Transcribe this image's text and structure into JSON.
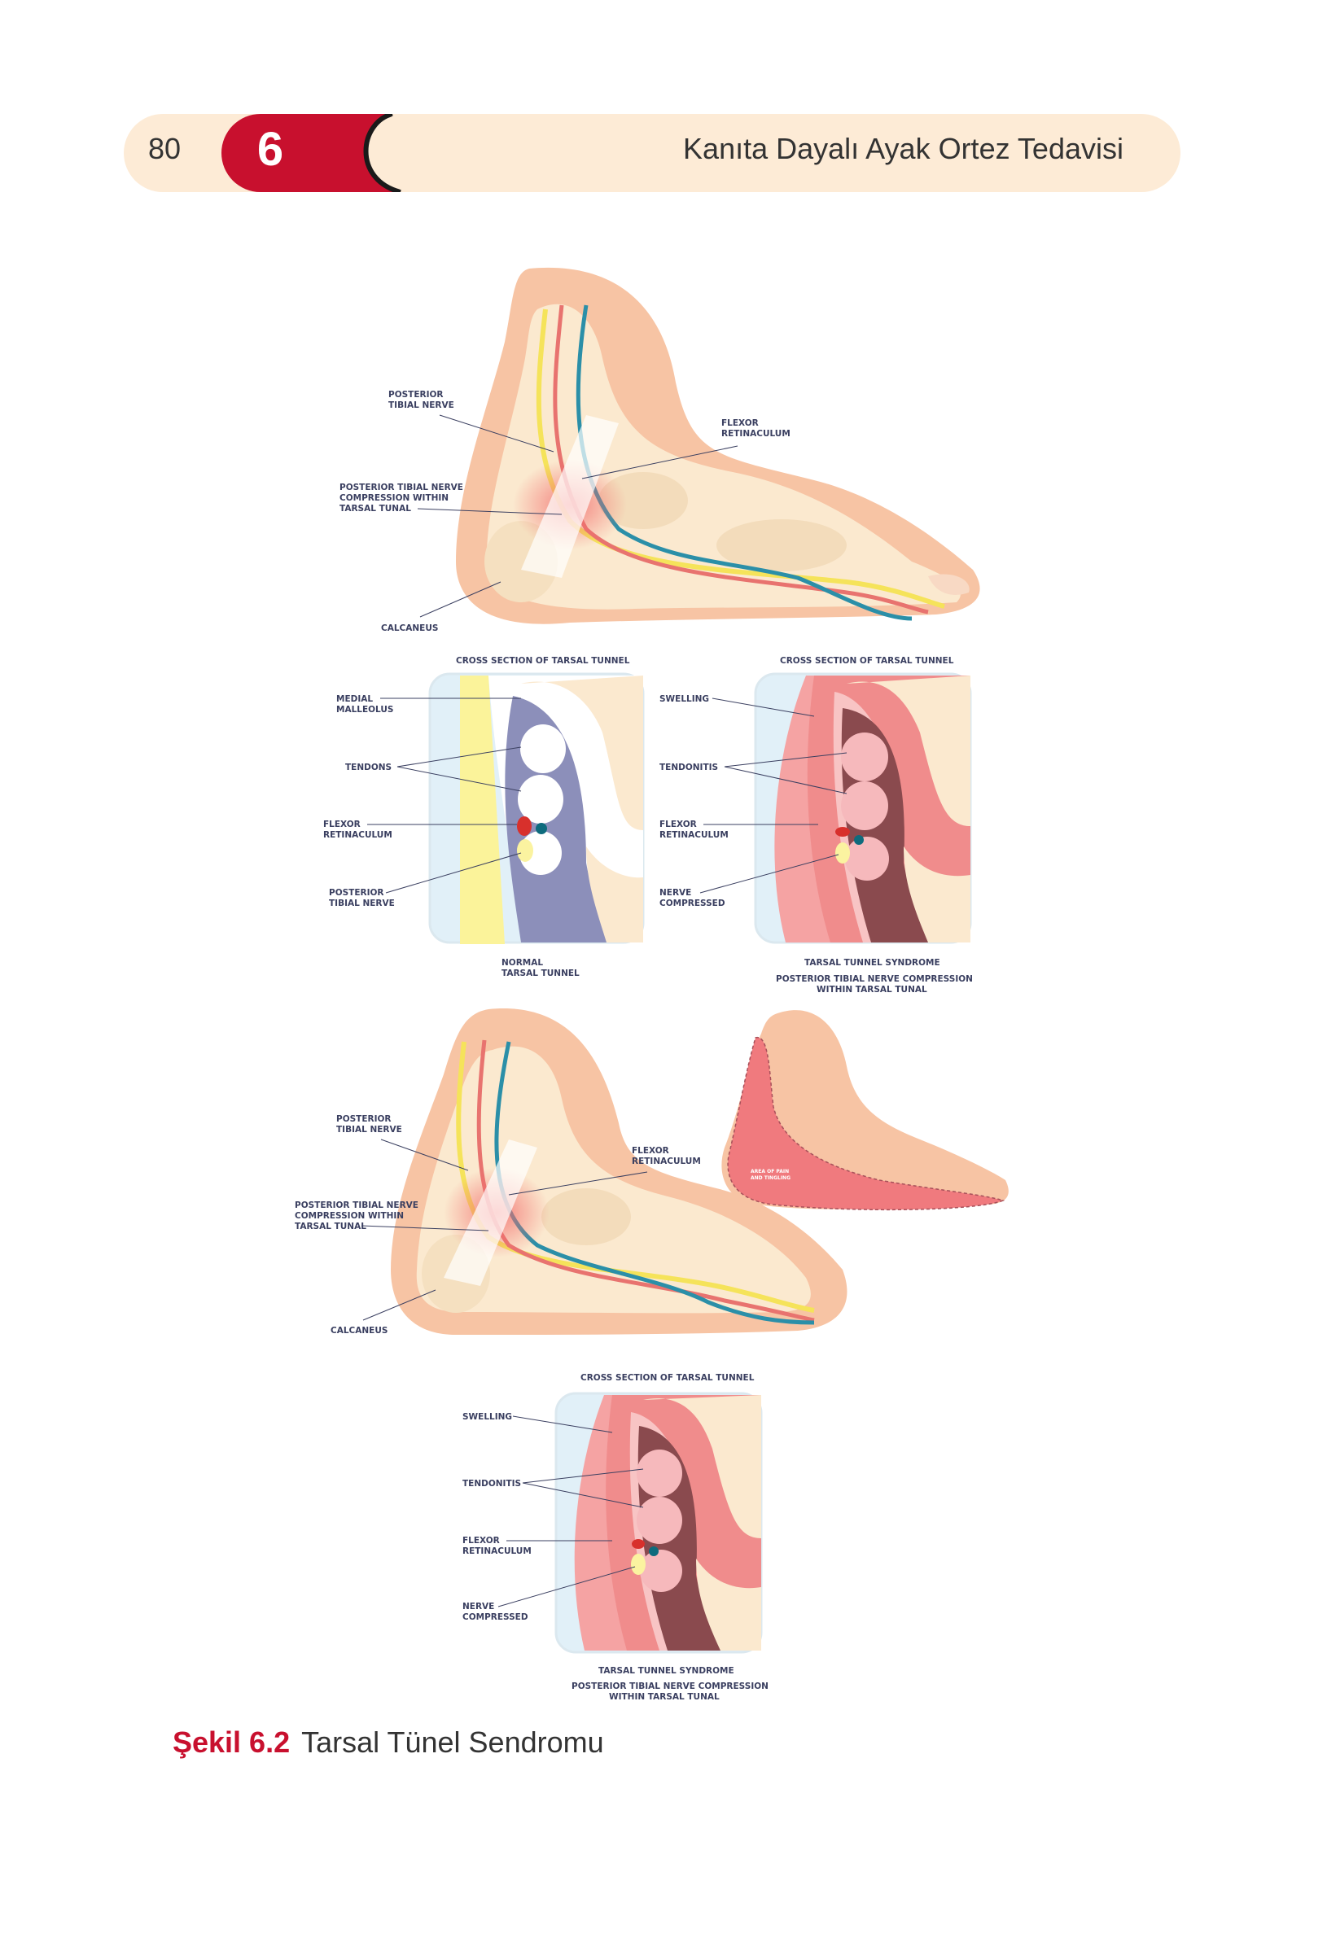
{
  "header": {
    "page_number": "80",
    "chapter_number": "6",
    "running_title": "Kanıta Dayalı Ayak Ortez Tedavisi"
  },
  "figure": {
    "foot1": {
      "posterior_tibial_nerve": [
        "POSTERIOR",
        "TIBIAL NERVE"
      ],
      "flexor_retinaculum": [
        "FLEXOR",
        "RETINACULUM"
      ],
      "compression": [
        "POSTERIOR TIBIAL NERVE",
        "COMPRESSION WITHIN",
        "TARSAL TUNAL"
      ],
      "calcaneus": "CALCANEUS"
    },
    "section_normal": {
      "heading": "CROSS SECTION OF TARSAL TUNNEL",
      "medial_malleolus": [
        "MEDIAL",
        "MALLEOLUS"
      ],
      "tendons": "TENDONS",
      "flexor_retinaculum": [
        "FLEXOR",
        "RETINACULUM"
      ],
      "posterior_tibial_nerve": [
        "POSTERIOR",
        "TIBIAL NERVE"
      ],
      "caption": [
        "NORMAL",
        "TARSAL TUNNEL"
      ]
    },
    "section_syndrome": {
      "heading": "CROSS SECTION OF TARSAL TUNNEL",
      "swelling": "SWELLING",
      "tendonitis": "TENDONITIS",
      "flexor_retinaculum": [
        "FLEXOR",
        "RETINACULUM"
      ],
      "nerve_compressed": [
        "NERVE",
        "COMPRESSED"
      ],
      "caption": [
        "TARSAL TUNNEL SYNDROME",
        "POSTERIOR TIBIAL NERVE COMPRESSION",
        "WITHIN TARSAL TUNAL"
      ]
    },
    "foot2": {
      "posterior_tibial_nerve": [
        "POSTERIOR",
        "TIBIAL NERVE"
      ],
      "flexor_retinaculum": [
        "FLEXOR",
        "RETINACULUM"
      ],
      "compression": [
        "POSTERIOR TIBIAL NERVE",
        "COMPRESSION WITHIN",
        "TARSAL TUNAL"
      ],
      "calcaneus": "CALCANEUS"
    },
    "pain_area": [
      "AREA OF PAIN",
      "AND TINGLING"
    ],
    "section_syndrome2": {
      "heading": "CROSS SECTION OF TARSAL TUNNEL",
      "swelling": "SWELLING",
      "tendonitis": "TENDONITIS",
      "flexor_retinaculum": [
        "FLEXOR",
        "RETINACULUM"
      ],
      "nerve_compressed": [
        "NERVE",
        "COMPRESSED"
      ],
      "caption": [
        "TARSAL TUNNEL SYNDROME",
        "POSTERIOR TIBIAL NERVE COMPRESSION",
        "WITHIN TARSAL TUNAL"
      ]
    }
  },
  "caption": {
    "number": "Şekil 6.2",
    "text": "Tarsal Tünel Sendromu"
  },
  "colors": {
    "accent": "#c8102e",
    "header_bg": "#fdebd6",
    "skin": "#f7c4a4",
    "bone": "#fbe9cf",
    "nerve_yellow": "#f5e35a",
    "artery_red": "#e8736f",
    "vein_blue": "#2b8fa8",
    "retinaculum_blue": "#8c8fba",
    "swelling_pink": "#f08c8c",
    "label": "#3a3f60"
  }
}
